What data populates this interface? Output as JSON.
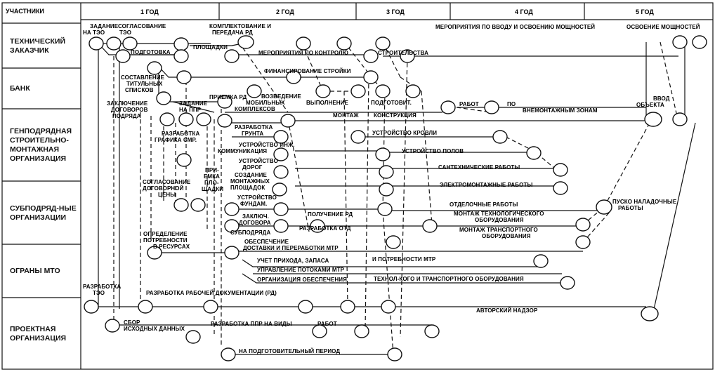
{
  "header": {
    "participants": "УЧАСТНИКИ",
    "years": [
      "1 ГОД",
      "2 ГОД",
      "3 ГОД",
      "4 ГОД",
      "5 ГОД"
    ]
  },
  "lanes": [
    "ТЕХНИЧЕСКИЙ ЗАКАЗЧИК",
    "БАНК",
    "ГЕНПОДРЯДНАЯ СТРОИТЕЛЬНО-МОНТАЖНАЯ ОРГАНИЗАЦИЯ",
    "СУБПОДРЯД-НЫЕ ОРГАНИЗАЦИИ",
    "ОГРАНЫ МТО",
    "ПРОЕКТНАЯ ОРГАНИЗАЦИЯ"
  ],
  "labels": {
    "zadanie_teo": "ЗАДАНИЕ НА ТЭО",
    "soglasovanie_teo": "СОГЛАСОВАНИЕ ТЭО",
    "komplektovanie_rd": "КОМПЛЕКТОВАНИЕ И ПЕРЕДАЧА РД",
    "meropriyatiya_vvodu": "МЕРОПРИЯТИЯ ПО ВВОДУ И ОСВОЕНИЮ МОЩНОСТЕЙ",
    "osvoenie_moschnostey": "ОСВОЕНИЕ МОЩНОСТЕЙ",
    "podgotovka": "ПОДГОТОВКА",
    "ploschadki": "ПЛОЩАДКИ",
    "meropriyatiya_kontrolyu": "МЕРОПРИЯТИЯ ПО КОНТРОЛЮ",
    "stroitelstva": "СТРОИТЕЛЬСТВА",
    "finansirovanie": "ФИНАНСИРОВАНИЕ СТРОЙКИ",
    "sostavlenie_titulnyh": "СОСТАВЛЕНИЕ ТИТУЛЬНЫХ СПИСКОВ",
    "zaklyuchenie_dogovorov": "ЗАКЛЮЧЕНИЕ ДОГОВОРОВ ПОДРЯДА",
    "zadanie_ppr": "ЗАДАНИЕ НА ППР",
    "priemka_rd": "ПРИЕМКА РД",
    "vozvedenie_mobilnyh": "ВОЗВЕДЕНИЕ МОБИЛЬНЫХ КОМПЛЕКСОВ",
    "vypolnenie": "ВЫПОЛНЕНИЕ",
    "podgotovit": "ПОДГОТОВИТ.",
    "rabot": "РАБОТ",
    "po": "ПО",
    "vnemontazhnym": "ВНЕМОНТАЖНЫМ ЗОНАМ",
    "vvod_obekta": "ВВОД ОБЪЕКТА",
    "montazh": "МОНТАЖ",
    "konstruktsiy": "КОНСТРУКЦИЯ",
    "razrabotka_grafika": "РАЗРАБОТКА ГРАФИКА СМР",
    "razrabotka_grunta": "РАЗРАБОТКА ГРУНТА",
    "ustroystvo_krovli": "УСТРОЙСТВО КРОВЛИ",
    "ustroystvo_inzh": "УСТРОЙСТВО ИНЖ. КОММУНИКАЦИЯ",
    "ustroystvo_polov": "УСТРОЙСТВО ПОЛОВ",
    "ustroystvo_dorog": "УСТРОЙСТВО ДОРОГ",
    "santehnicheskie": "САНТЕХНИЧЕСКИЕ РАБОТЫ",
    "sozdanie_montazhnyh": "СОЗДАНИЕ МОНТАЖНЫХ ПЛОЩАДОК",
    "soglasovanie_dogovornoy": "СОГЛАСОВАНИЕ ДОГОВОРНОЙ ЦЕНЫ",
    "priemka_ploschadki": "ПРИ-ЕМКА ПЛО-ЩАДКИ",
    "elektromontazhnye": "ЭЛЕКТРОМОНТАЖНЫЕ РАБОТЫ",
    "ustroystvo_fundam": "УСТРОЙСТВО ФУНДАМ.",
    "otdelochnye": "ОТДЕЛОЧНЫЕ РАБОТЫ",
    "pusko_naladochnye": "ПУСКО НАЛАДОЧНЫЕ РАБОТЫ",
    "poluchenie_rd": "ПОЛУЧЕНИЕ РД",
    "montazh_tehnologicheskogo": "МОНТАЖ ТЕХНОЛОГИЧЕСКОГО ОБОРУДОВАНИЯ",
    "zaklyuch_dogovora": "ЗАКЛЮЧ. ДОГОВОРА",
    "montazh_transportnogo": "МОНТАЖ ТРАНСПОРТНОГО ОБОРУДОВАНИЯ",
    "subpodryada": "СУБПОДРЯДА",
    "razrabotka_otd": "РАЗРАБОТКА ОТД",
    "opredelenie_potrebnosti": "ОПРЕДЕЛЕНИЕ ПОТРЕБНОСТИ В РЕСУРСАХ",
    "obespechenie_dostavki": "ОБЕСПЕЧЕНИЕ ДОСТАВКИ И ПЕРЕРАБОТКИ МТР",
    "uchet_prihoda": "УЧЕТ ПРИХОДА, ЗАПАСА",
    "i_potrebnosti": "И ПОТРЕБНОСТИ МТР",
    "upravlenie_potokami": "УПРАВЛЕНИЕ ПОТОКАМИ МТР",
    "organizatsiya_obespecheniya": "ОРГАНИЗАЦИЯ ОБЕСПЕЧЕНИЯ",
    "tehnol_transportnogo": "ТЕХНОЛ-КОГО И ТРАНСПОРТНОГО ОБОРУДОВАНИЯ",
    "razrabotka_teo": "РАЗРАБОТКА ТЭО",
    "razrabotka_rd": "РАЗРАБОТКА РАБОЧЕЙ ДОКУМЕНТАЦИИ (РД)",
    "avtorskiy_nadzor": "АВТОРСКИЙ НАДЗОР",
    "sbor_ishodnyh": "СБОР ИСХОДНЫХ ДАННЫХ",
    "razrabotka_ppr": "РАЗРАБОТКА ППР НА ВИДЫ",
    "raboty": "РАБОТ",
    "na_podgotovitelny": "НА ПОДГОТОВИТЕЛЬНЫЙ ПЕРИОД"
  }
}
